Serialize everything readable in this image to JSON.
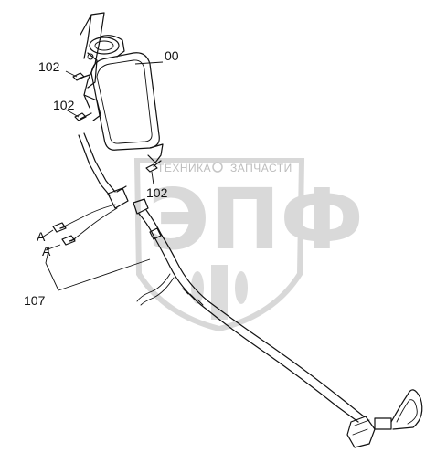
{
  "diagram": {
    "callouts": {
      "mirror": "00",
      "bolt_top": "102",
      "bolt_mid": "102",
      "bolt_low": "102",
      "connector_a1": "A",
      "connector_a2": "A",
      "harness": "107"
    },
    "watermark": {
      "brand_left": "ТЕХНИКА",
      "brand_right": "ЗАПЧАСТИ",
      "letters": "ЭПФ"
    }
  }
}
